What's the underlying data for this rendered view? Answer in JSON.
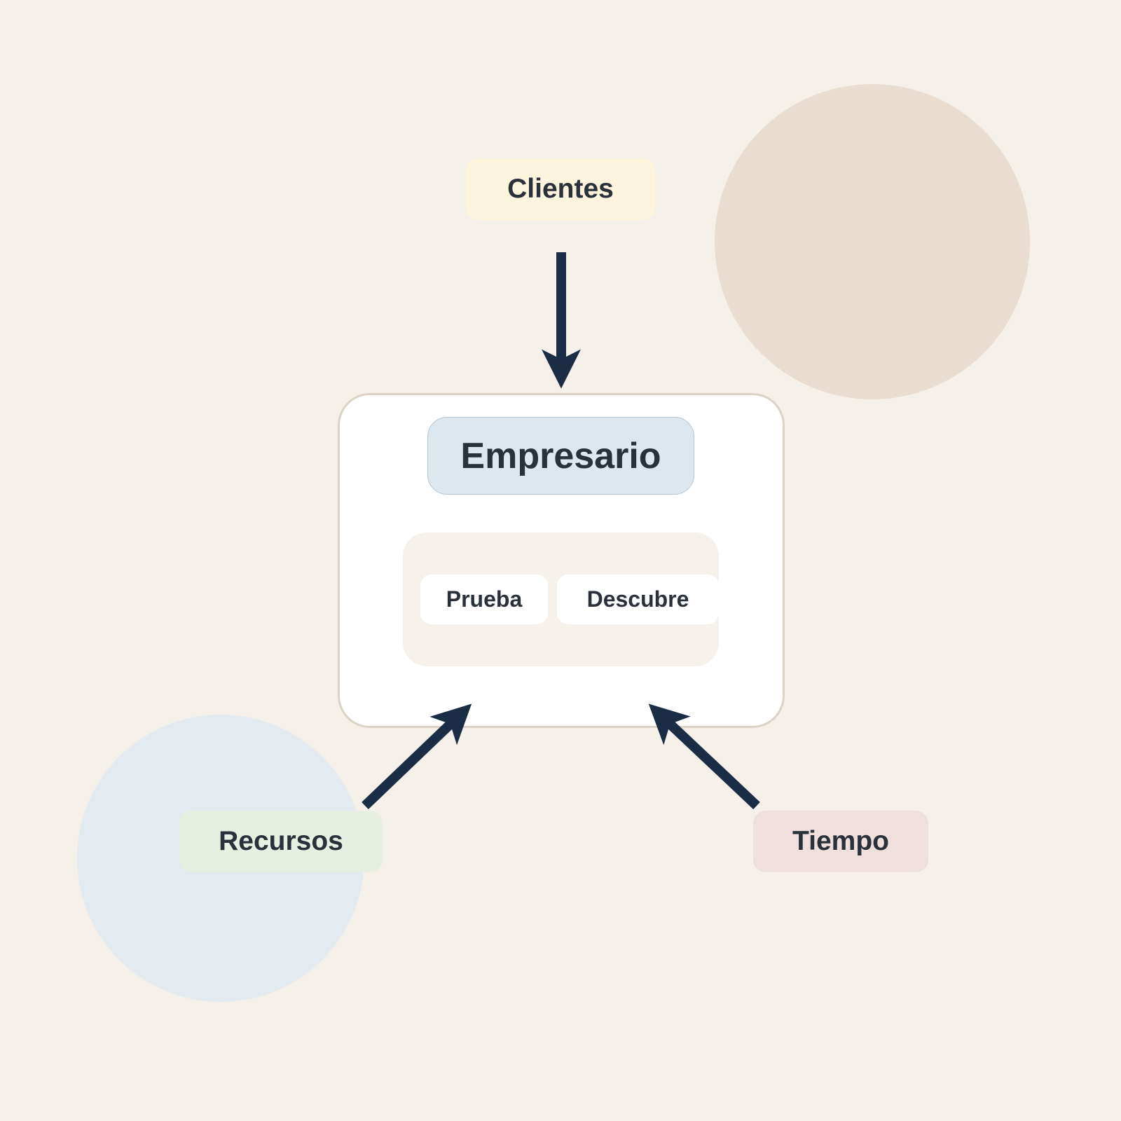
{
  "colors": {
    "background": "#f5f1ea",
    "arrow": "#1b2d44",
    "text": "#2a313b",
    "blob_top_right": "#e8ddd0",
    "blob_bottom_left": "#e3eaf0",
    "clientes_fill": "#fdf4de",
    "recursos_fill": "#e6efe1",
    "tiempo_fill": "#f0e0dd",
    "title_fill": "#dde7ef"
  },
  "diagram": {
    "center": {
      "title": "Empresario",
      "items": [
        "Prueba",
        "Descubre"
      ]
    },
    "inputs": [
      {
        "label": "Clientes",
        "direction": "down"
      },
      {
        "label": "Recursos",
        "direction": "up-right"
      },
      {
        "label": "Tiempo",
        "direction": "up-left"
      }
    ]
  }
}
